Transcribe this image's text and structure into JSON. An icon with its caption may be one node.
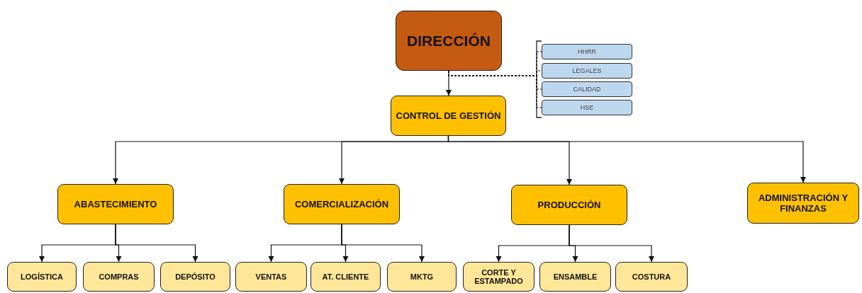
{
  "diagram": {
    "nodes": [
      {
        "text": [
          "DIRECCIÓN"
        ]
      },
      {
        "text": [
          "HHRR"
        ]
      },
      {
        "text": [
          "LEGALES"
        ]
      },
      {
        "text": [
          "CALIDAD"
        ]
      },
      {
        "text": [
          "HSE"
        ]
      },
      {
        "text": [
          "CONTROL DE GESTIÓN"
        ]
      },
      {
        "text": [
          "ABASTECIMIENTO"
        ]
      },
      {
        "text": [
          "COMERCIALIZACIÓN"
        ]
      },
      {
        "text": [
          "PRODUCCIÓN"
        ]
      },
      {
        "text": [
          "ADMINISTRACIÓN Y FINANZAS"
        ]
      },
      {
        "text": [
          "LOGÍSTICA"
        ]
      },
      {
        "text": [
          "COMPRAS"
        ]
      },
      {
        "text": [
          "DEPÓSITO"
        ]
      },
      {
        "text": [
          "VENTAS"
        ]
      },
      {
        "text": [
          "AT. CLIENTE"
        ]
      },
      {
        "text": [
          "MKTG"
        ]
      },
      {
        "text": [
          "CORTE Y ESTAMPADO"
        ]
      },
      {
        "text": [
          "ENSAMBLE"
        ]
      },
      {
        "text": [
          "COSTURA"
        ]
      }
    ],
    "edges": [
      {
        "from": 0,
        "to": 5,
        "arrow": "to"
      },
      {
        "from": 0,
        "to": 1,
        "arrow": "none",
        "style": "dashed"
      },
      {
        "from": 0,
        "to": 2,
        "arrow": "none",
        "style": "dashed"
      },
      {
        "from": 0,
        "to": 3,
        "arrow": "none",
        "style": "dashed"
      },
      {
        "from": 0,
        "to": 4,
        "arrow": "none",
        "style": "dashed"
      },
      {
        "from": 5,
        "to": 6,
        "arrow": "to"
      },
      {
        "from": 5,
        "to": 7,
        "arrow": "to"
      },
      {
        "from": 5,
        "to": 8,
        "arrow": "to"
      },
      {
        "from": 5,
        "to": 9,
        "arrow": "to"
      },
      {
        "from": 6,
        "to": 10,
        "arrow": "to"
      },
      {
        "from": 6,
        "to": 11,
        "arrow": "to"
      },
      {
        "from": 6,
        "to": 12,
        "arrow": "to"
      },
      {
        "from": 7,
        "to": 13,
        "arrow": "to"
      },
      {
        "from": 7,
        "to": 14,
        "arrow": "to"
      },
      {
        "from": 7,
        "to": 15,
        "arrow": "to"
      },
      {
        "from": 8,
        "to": 16,
        "arrow": "to"
      },
      {
        "from": 8,
        "to": 17,
        "arrow": "to"
      },
      {
        "from": 8,
        "to": 18,
        "arrow": "to"
      }
    ]
  }
}
